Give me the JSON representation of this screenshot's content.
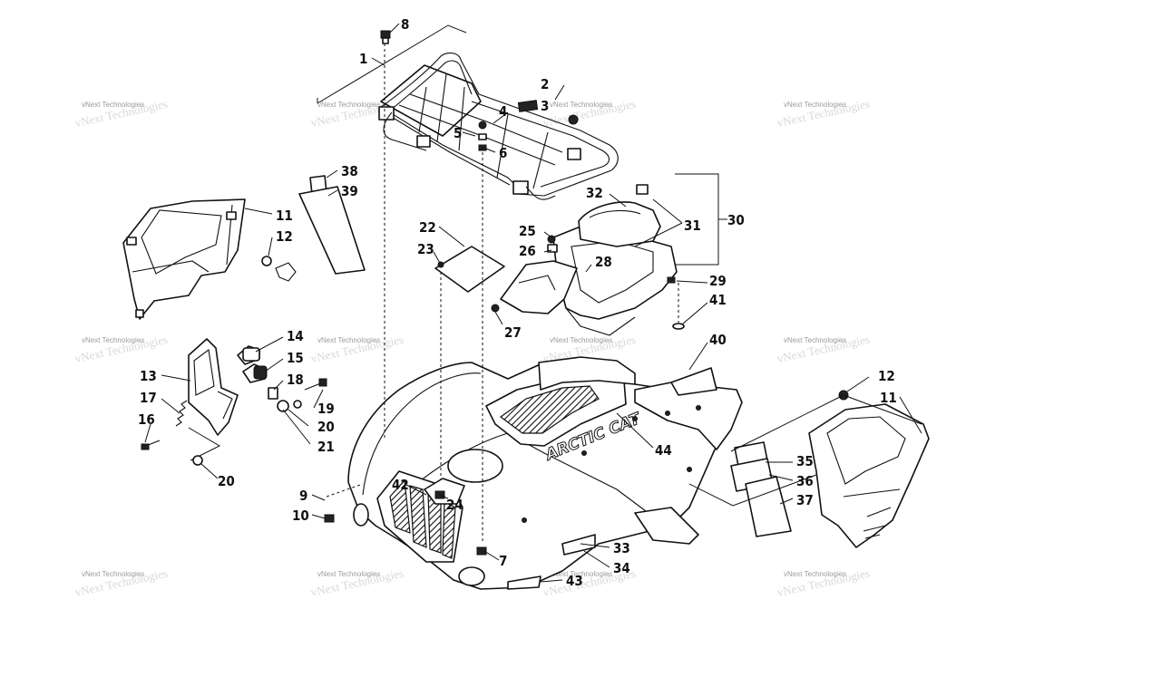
{
  "diagram": {
    "watermark": "vNext Technologies",
    "logo_text": "ARCTIC CAT",
    "callouts": [
      "1",
      "2",
      "3",
      "4",
      "5",
      "6",
      "7",
      "8",
      "9",
      "10",
      "11",
      "12",
      "13",
      "14",
      "15",
      "16",
      "17",
      "18",
      "19",
      "20",
      "21",
      "22",
      "23",
      "24",
      "25",
      "26",
      "27",
      "28",
      "29",
      "30",
      "31",
      "32",
      "33",
      "34",
      "35",
      "36",
      "37",
      "38",
      "39",
      "40",
      "41",
      "42",
      "43",
      "44"
    ]
  }
}
